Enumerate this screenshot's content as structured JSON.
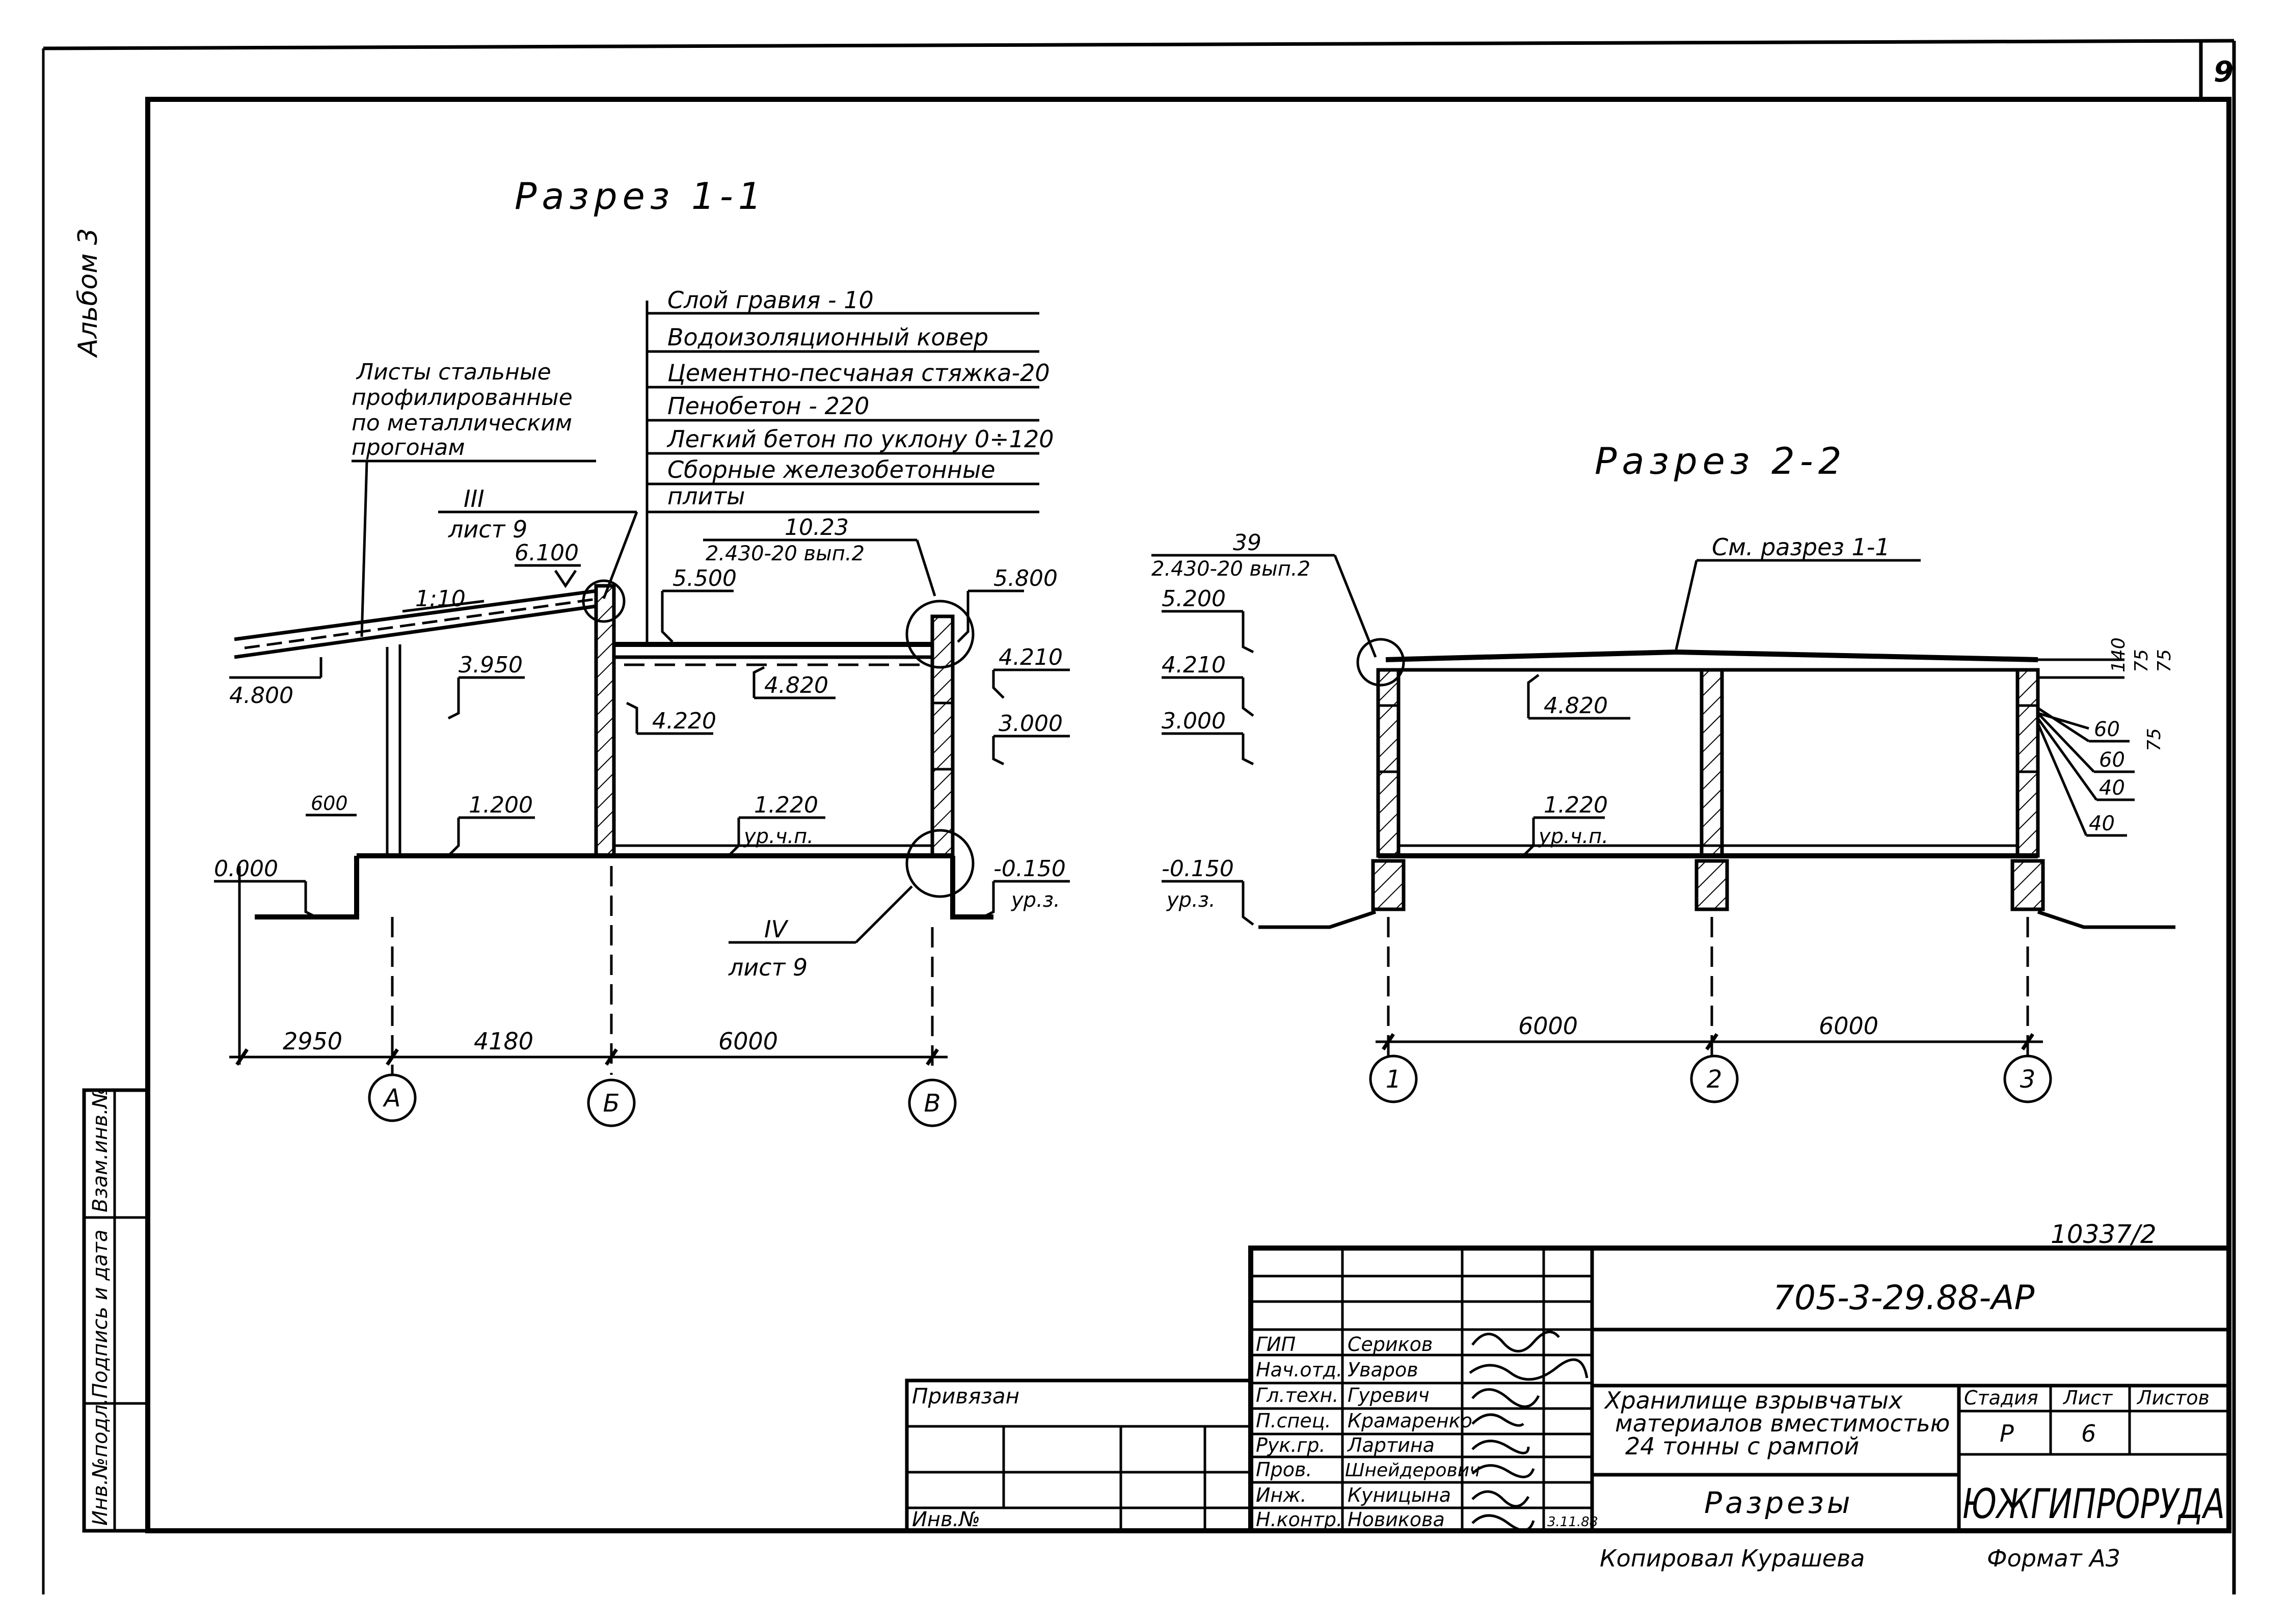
{
  "sheet": {
    "page_number": "9",
    "album": "Альбом 3",
    "inventory_number": "10337/2",
    "copied_by": "Копировал Курашева",
    "format": "Формат А3"
  },
  "side_stamp": {
    "inv_no_podl": "Инв.№подл.",
    "sign_date": "Подпись и дата",
    "vzam_inv": "Взам.инв.№"
  },
  "section_1": {
    "title": "Разрез 1-1",
    "roof_layers": [
      "Слой гравия - 10",
      "Водоизоляционный ковер",
      "Цементно-песчаная стяжка-20",
      "Пенобетон - 220",
      "Легкий бетон по уклону 0÷120",
      "Сборные железобетонные",
      "плиты"
    ],
    "sheet_note": [
      "Листы стальные",
      "профилированные",
      "по металлическим",
      "прогонам"
    ],
    "node_ref_top": "III",
    "node_ref_top_sheet": "лист 9",
    "node_ref_bottom": "IV",
    "node_ref_bottom_sheet": "лист 9",
    "series_ref_num": "10.23",
    "series_ref": "2.430-20 вып.2",
    "slope": "1:10",
    "marks": [
      "6.100",
      "5.500",
      "5.800",
      "4.800",
      "3.950",
      "4.820",
      "4.220",
      "4.210",
      "3.000",
      "1.200",
      "1.220",
      "0.000",
      "-0.150"
    ],
    "ur_chp": "ур.ч.п.",
    "ur_z": "ур.з.",
    "dim_600": "600",
    "dims": [
      "2950",
      "4180",
      "6000"
    ],
    "axes": [
      "А",
      "Б",
      "В"
    ]
  },
  "section_2": {
    "title": "Разрез 2-2",
    "ref_num": "39",
    "series_ref": "2.430-20 вып.2",
    "see_section": "См. разрез 1-1",
    "marks": [
      "5.200",
      "4.210",
      "3.000",
      "4.820",
      "1.220",
      "-0.150"
    ],
    "ur_chp": "ур.ч.п.",
    "ur_z": "ур.з.",
    "right_dims": [
      "140",
      "75",
      "75",
      "75",
      "60",
      "60",
      "40",
      "40"
    ],
    "dims": [
      "6000",
      "6000"
    ],
    "axes": [
      "1",
      "2",
      "3"
    ]
  },
  "title_block": {
    "doc_code": "705-3-29.88-АР",
    "roles": [
      "ГИП",
      "Нач.отд.",
      "Гл.техн.",
      "П.спец.",
      "Рук.гр.",
      "Пров.",
      "Инж.",
      "Н.контр."
    ],
    "names": [
      "Сериков",
      "Уваров",
      "Гуревич",
      "Крамаренко",
      "Лартина",
      "Шнейдерович",
      "Куницына",
      "Новикова"
    ],
    "date": "3.11.88",
    "privyazan": "Привязан",
    "inv_no": "Инв.№",
    "object_name": [
      "Хранилище взрывчатых",
      "материалов вместимостью",
      "24 тонны с рампой"
    ],
    "sheet_title": "Разрезы",
    "stage_label": "Стадия",
    "sheet_label": "Лист",
    "sheets_label": "Листов",
    "stage": "Р",
    "sheet_no": "6",
    "sheets_total": "",
    "organization": "ЮЖГИПРОРУДА"
  }
}
